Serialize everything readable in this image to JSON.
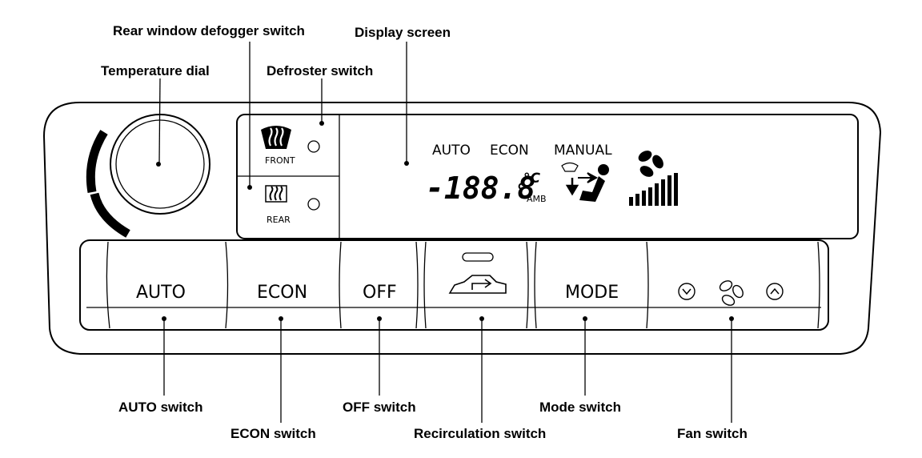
{
  "callouts": {
    "rear_defogger": "Rear window defogger switch",
    "display_screen": "Display screen",
    "temperature_dial": "Temperature dial",
    "defroster": "Defroster switch",
    "auto": "AUTO switch",
    "econ": "ECON switch",
    "off": "OFF switch",
    "recirculation": "Recirculation switch",
    "mode": "Mode switch",
    "fan": "Fan switch"
  },
  "buttons": {
    "auto": "AUTO",
    "econ": "ECON",
    "off": "OFF",
    "mode": "MODE"
  },
  "defroster_labels": {
    "front": "FRONT",
    "rear": "REAR"
  },
  "display": {
    "auto": "AUTO",
    "econ": "ECON",
    "manual": "MANUAL",
    "temperature": "-188.8",
    "degree": "°",
    "units": "°C",
    "amb": "AMB"
  }
}
